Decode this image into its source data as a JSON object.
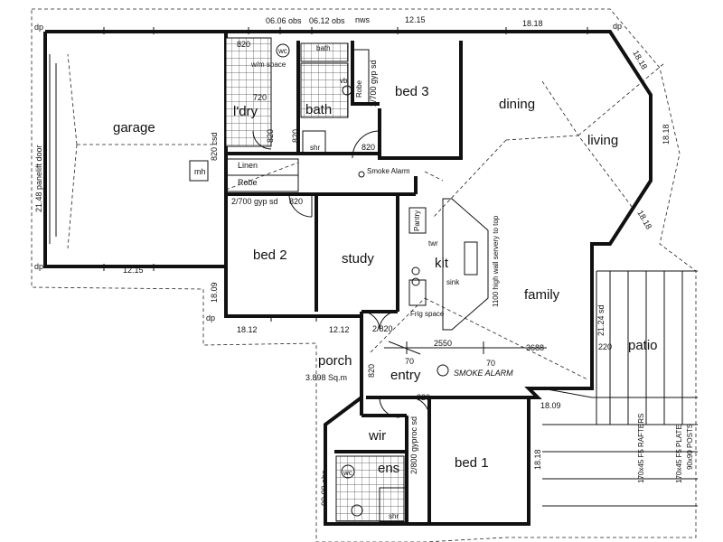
{
  "rooms": {
    "garage": "garage",
    "laundry": "l'dry",
    "bath": "bath",
    "bath_top": "bath",
    "bed3": "bed 3",
    "dining": "dining",
    "living": "living",
    "bed2": "bed 2",
    "study": "study",
    "kit": "kit",
    "family": "family",
    "porch": "porch",
    "entry": "entry",
    "patio": "patio",
    "wir": "wir",
    "ens": "ens",
    "bed1": "bed 1",
    "linen": "Linen",
    "robe": "Robe",
    "robe_bed3": "Robe",
    "pantry": "Pantry",
    "frig": "Frig space",
    "mh": "mh",
    "shr": "shr",
    "shr_ens": "shr",
    "wc": "wc",
    "wc_ens": "wc",
    "vb": "vb",
    "twr": "twr",
    "sink": "sink",
    "win_space": "w/m space",
    "porch_area": "3.898 Sq.m"
  },
  "dimensions": {
    "d_1215_top": "12.15",
    "d_1818_top": "18.18",
    "d_0606": "06.06 obs",
    "d_0612": "06.12 obs",
    "d_nws": "nws",
    "d_1215_garage": "12.15",
    "d_2148_door": "21.48 panelift door",
    "d_1818_liv1": "18.18",
    "d_1818_liv2": "18.18",
    "d_1818_liv3": "18.18",
    "d_820_a": "820",
    "d_720": "720",
    "d_820_csd": "820 csd",
    "d_2700_bed3": "2/700 gyp sd",
    "d_820_shr": "820",
    "d_820_b": "820",
    "d_820_bath": "820",
    "d_2700_bed2": "2/700 gyp sd",
    "d_820_bed2": "820",
    "d_1809_bed2": "18.09",
    "d_1812_a": "18.12",
    "d_1212": "12.12",
    "d_2820": "2/820",
    "d_2550": "2550",
    "d_3688": "3688",
    "d_70_a": "70",
    "d_70_b": "70",
    "d_2124": "21.24 sd",
    "d_220": "220",
    "d_820_entry": "820",
    "d_820_porch": "820",
    "d_1809_c": "18.09",
    "d_2800": "2/800 gyproc sd",
    "d_1818_bed1": "18.18",
    "d_0909": "09.09 obs",
    "d_1100": "1100 high wall servery to top",
    "d_rafters": "170x45 F5 RAFTERS",
    "d_plate": "170x45 F5 PLATE",
    "d_posts": "90x90 POSTS",
    "d_dp_1": "dp",
    "d_dp_2": "dp",
    "d_dp_3": "dp",
    "d_dp_4": "dp",
    "smoke_top": "Smoke Alarm",
    "smoke_hand": "SMOKE ALARM"
  }
}
